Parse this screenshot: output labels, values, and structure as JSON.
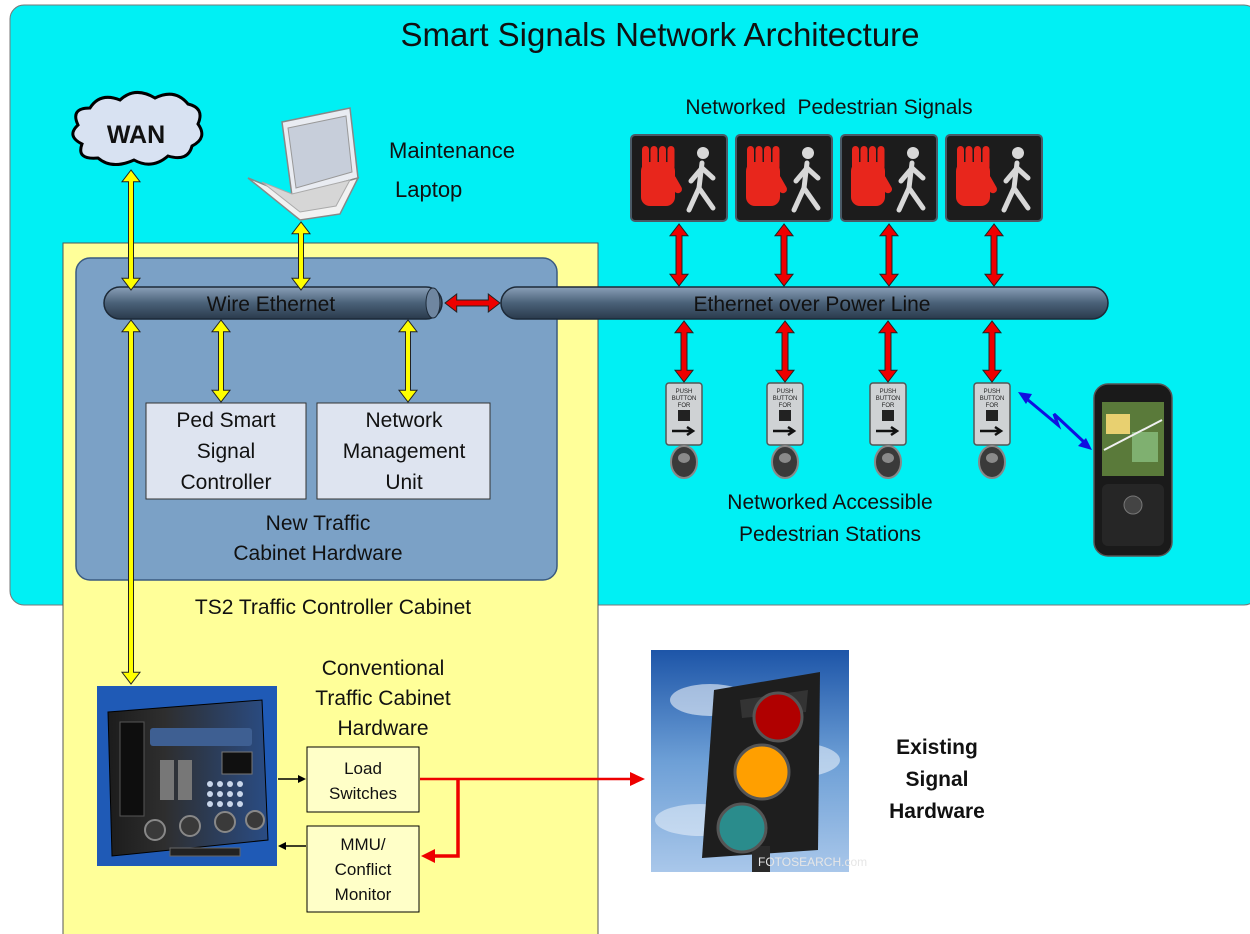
{
  "title": "Smart Signals Network Architecture",
  "wan": "WAN",
  "laptop": {
    "line1": "Maintenance",
    "line2": "Laptop"
  },
  "ped_signals_title": "Networked  Pedestrian Signals",
  "ped_signal_count": 4,
  "wire_ethernet": "Wire Ethernet",
  "eth_power_line": "Ethernet over Power Line",
  "ped_controller": {
    "line1": "Ped Smart",
    "line2": "Signal",
    "line3": "Controller"
  },
  "nmu": {
    "line1": "Network",
    "line2": "Management",
    "line3": "Unit"
  },
  "new_cabinet": {
    "line1": "New Traffic",
    "line2": "Cabinet Hardware"
  },
  "ts2_cabinet": "TS2 Traffic Controller Cabinet",
  "conventional": {
    "line1": "Conventional",
    "line2": "Traffic Cabinet",
    "line3": "Hardware"
  },
  "load_switches": {
    "line1": "Load",
    "line2": "Switches"
  },
  "mmu": {
    "line1": "MMU/",
    "line2": "Conflict",
    "line3": "Monitor"
  },
  "aps_title": {
    "line1": "Networked Accessible",
    "line2": "Pedestrian Stations"
  },
  "push_button": {
    "line1": "PUSH",
    "line2": "BUTTON",
    "line3": "FOR"
  },
  "existing": {
    "line1": "Existing",
    "line2": "Signal",
    "line3": "Hardware"
  },
  "watermark": "FOTOSEARCH.com",
  "colors": {
    "network_bg": "#00f0f4",
    "cabinet_bg": "#ffff99",
    "new_hw_bg": "#7ba1c6",
    "bus": "#4a6178",
    "yellow_arrow": "#ffff00",
    "red_arrow": "#ee0000",
    "blue_link": "#1010e0"
  }
}
